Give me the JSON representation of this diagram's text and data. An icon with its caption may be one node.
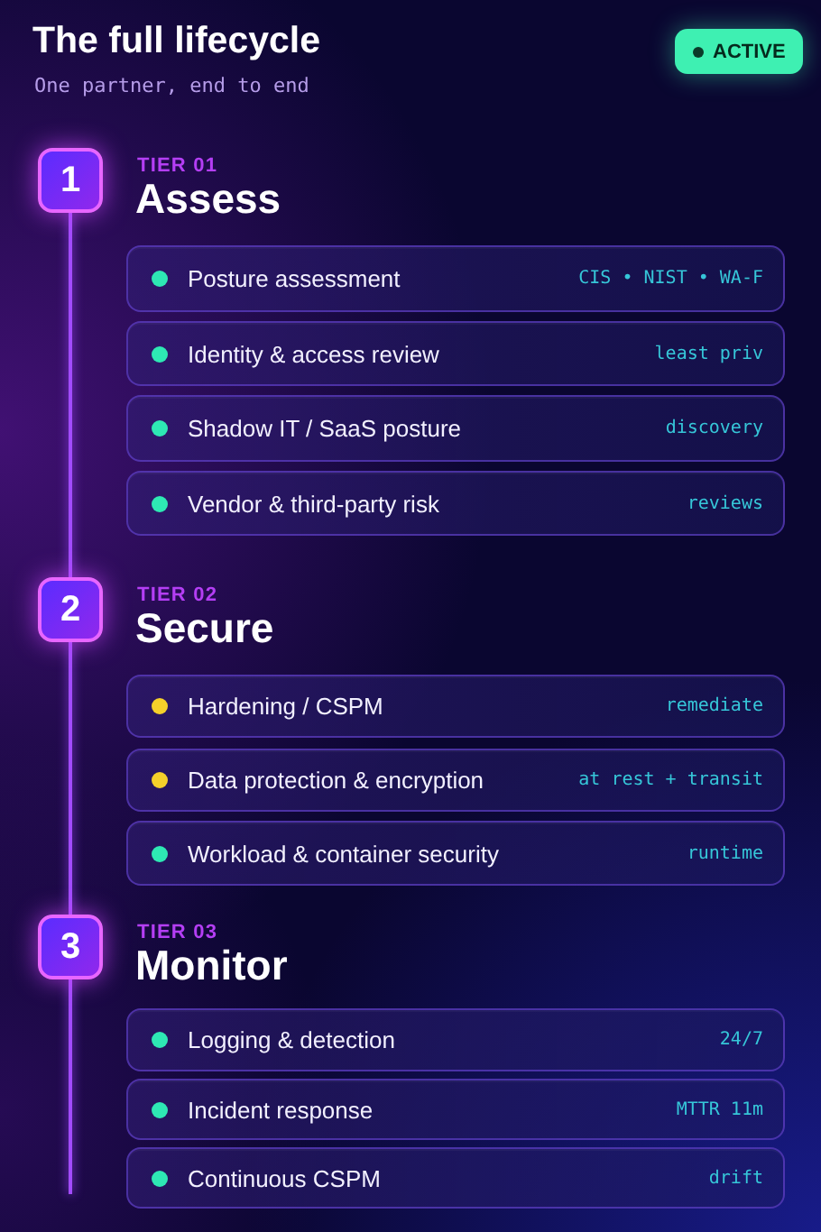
{
  "diagram": {
    "title": "The full lifecycle",
    "nodes": [
      {
        "text": [
          "ACTIVE"
        ]
      },
      {
        "text": [
          "1"
        ],
        "beside": [
          "TIER 01",
          "Assess"
        ]
      },
      {
        "text": [
          "Posture assessment",
          "CIS • NIST • WA-F"
        ]
      },
      {
        "text": [
          "Identity & access review",
          "least priv"
        ]
      },
      {
        "text": [
          "Shadow IT / SaaS posture",
          "discovery"
        ]
      },
      {
        "text": [
          "Vendor & third-party risk",
          "reviews"
        ]
      },
      {
        "text": [
          "2"
        ],
        "beside": [
          "TIER 02",
          "Secure"
        ]
      },
      {
        "text": [
          "Hardening / CSPM",
          "remediate"
        ]
      },
      {
        "text": [
          "Data protection & encryption",
          "at rest + transit"
        ]
      },
      {
        "text": [
          "Workload & container security",
          "runtime"
        ]
      },
      {
        "text": [
          "3"
        ],
        "beside": [
          "TIER 03",
          "Monitor"
        ]
      },
      {
        "text": [
          "Logging & detection",
          "24/7"
        ]
      },
      {
        "text": [
          "Incident response",
          "MTTR 11m"
        ]
      },
      {
        "text": [
          "Continuous CSPM",
          "drift"
        ]
      }
    ],
    "edges": [
      {
        "from": 1,
        "to": 6,
        "arrow": "none"
      },
      {
        "from": 6,
        "to": 10,
        "arrow": "none"
      },
      {
        "from": 10,
        "to": null,
        "arrow": "none"
      }
    ],
    "labels": [
      "One partner, end to end"
    ]
  }
}
